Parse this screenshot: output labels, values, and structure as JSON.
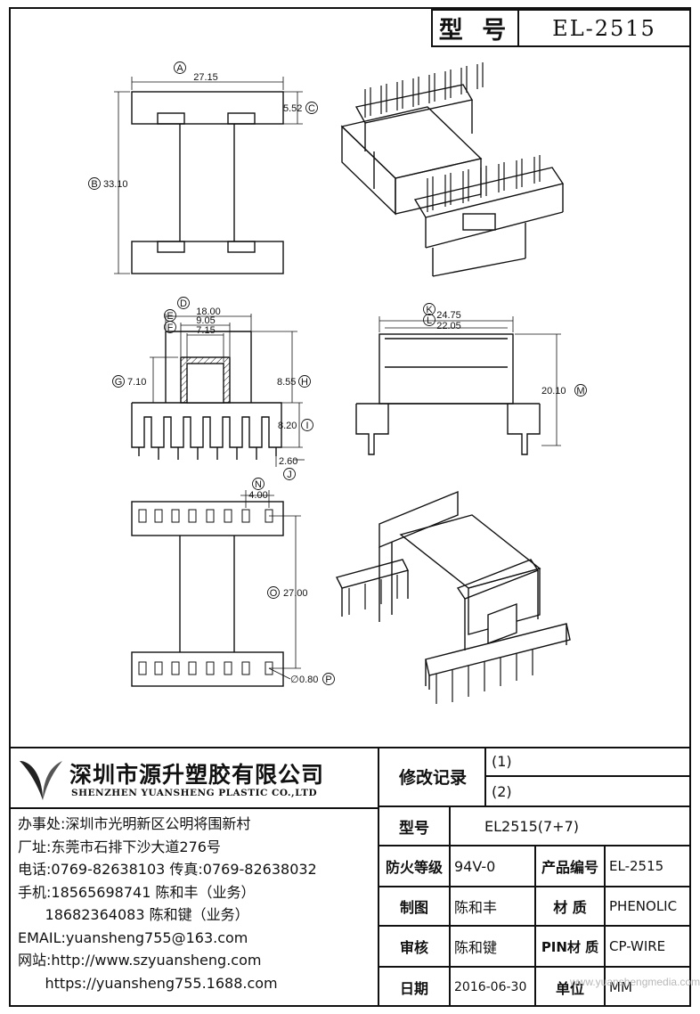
{
  "header": {
    "model_label": "型 号",
    "model_value": "EL-2515"
  },
  "dimensions": {
    "A": "27.15",
    "B": "33.10",
    "C": "5.52",
    "D": "18.00",
    "E": "9.05",
    "F": "7.15",
    "G": "7.10",
    "H": "8.55",
    "I": "8.20",
    "J": "2.60",
    "K": "24.75",
    "L": "22.05",
    "M": "20.10",
    "N": "4.00",
    "O": "27.00",
    "P": "0.80",
    "P_prefix": "∅"
  },
  "callouts": {
    "A": "A",
    "B": "B",
    "C": "C",
    "D": "D",
    "E": "E",
    "F": "F",
    "G": "G",
    "H": "H",
    "I": "I",
    "J": "J",
    "K": "K",
    "L": "L",
    "M": "M",
    "N": "N",
    "O": "O",
    "P": "P"
  },
  "company": {
    "name_cn": "深圳市源升塑胶有限公司",
    "name_en": "SHENZHEN YUANSHENG PLASTIC CO.,LTD"
  },
  "contact": [
    "办事处:深圳市光明新区公明将围新村",
    "厂址:东莞市石排下沙大道276号",
    "电话:0769-82638103 传真:0769-82638032",
    "手机:18565698741 陈和丰（业务）",
    "      18682364083 陈和键（业务）",
    "EMAIL:yuansheng755@163.com",
    "网站:http://www.szyuansheng.com",
    "      https://yuansheng755.1688.com"
  ],
  "title_block": {
    "revision_label": "修改记录",
    "revision_1": "(1)",
    "revision_2": "(2)",
    "model_label": "型号",
    "model_value": "EL2515(7+7)",
    "fire_label": "防火等级",
    "fire_value": "94V-0",
    "product_no_label": "产品编号",
    "product_no_value": "EL-2515",
    "drawn_label": "制图",
    "drawn_value": "陈和丰",
    "material_label": "材 质",
    "material_value": "PHENOLIC",
    "review_label": "审核",
    "review_value": "陈和键",
    "pin_label": "PIN材 质",
    "pin_value": "CP-WIRE",
    "date_label": "日期",
    "date_value": "2016-06-30",
    "unit_label": "单位",
    "unit_value": "MM"
  },
  "watermark": "www.yuanshengmedia.com"
}
